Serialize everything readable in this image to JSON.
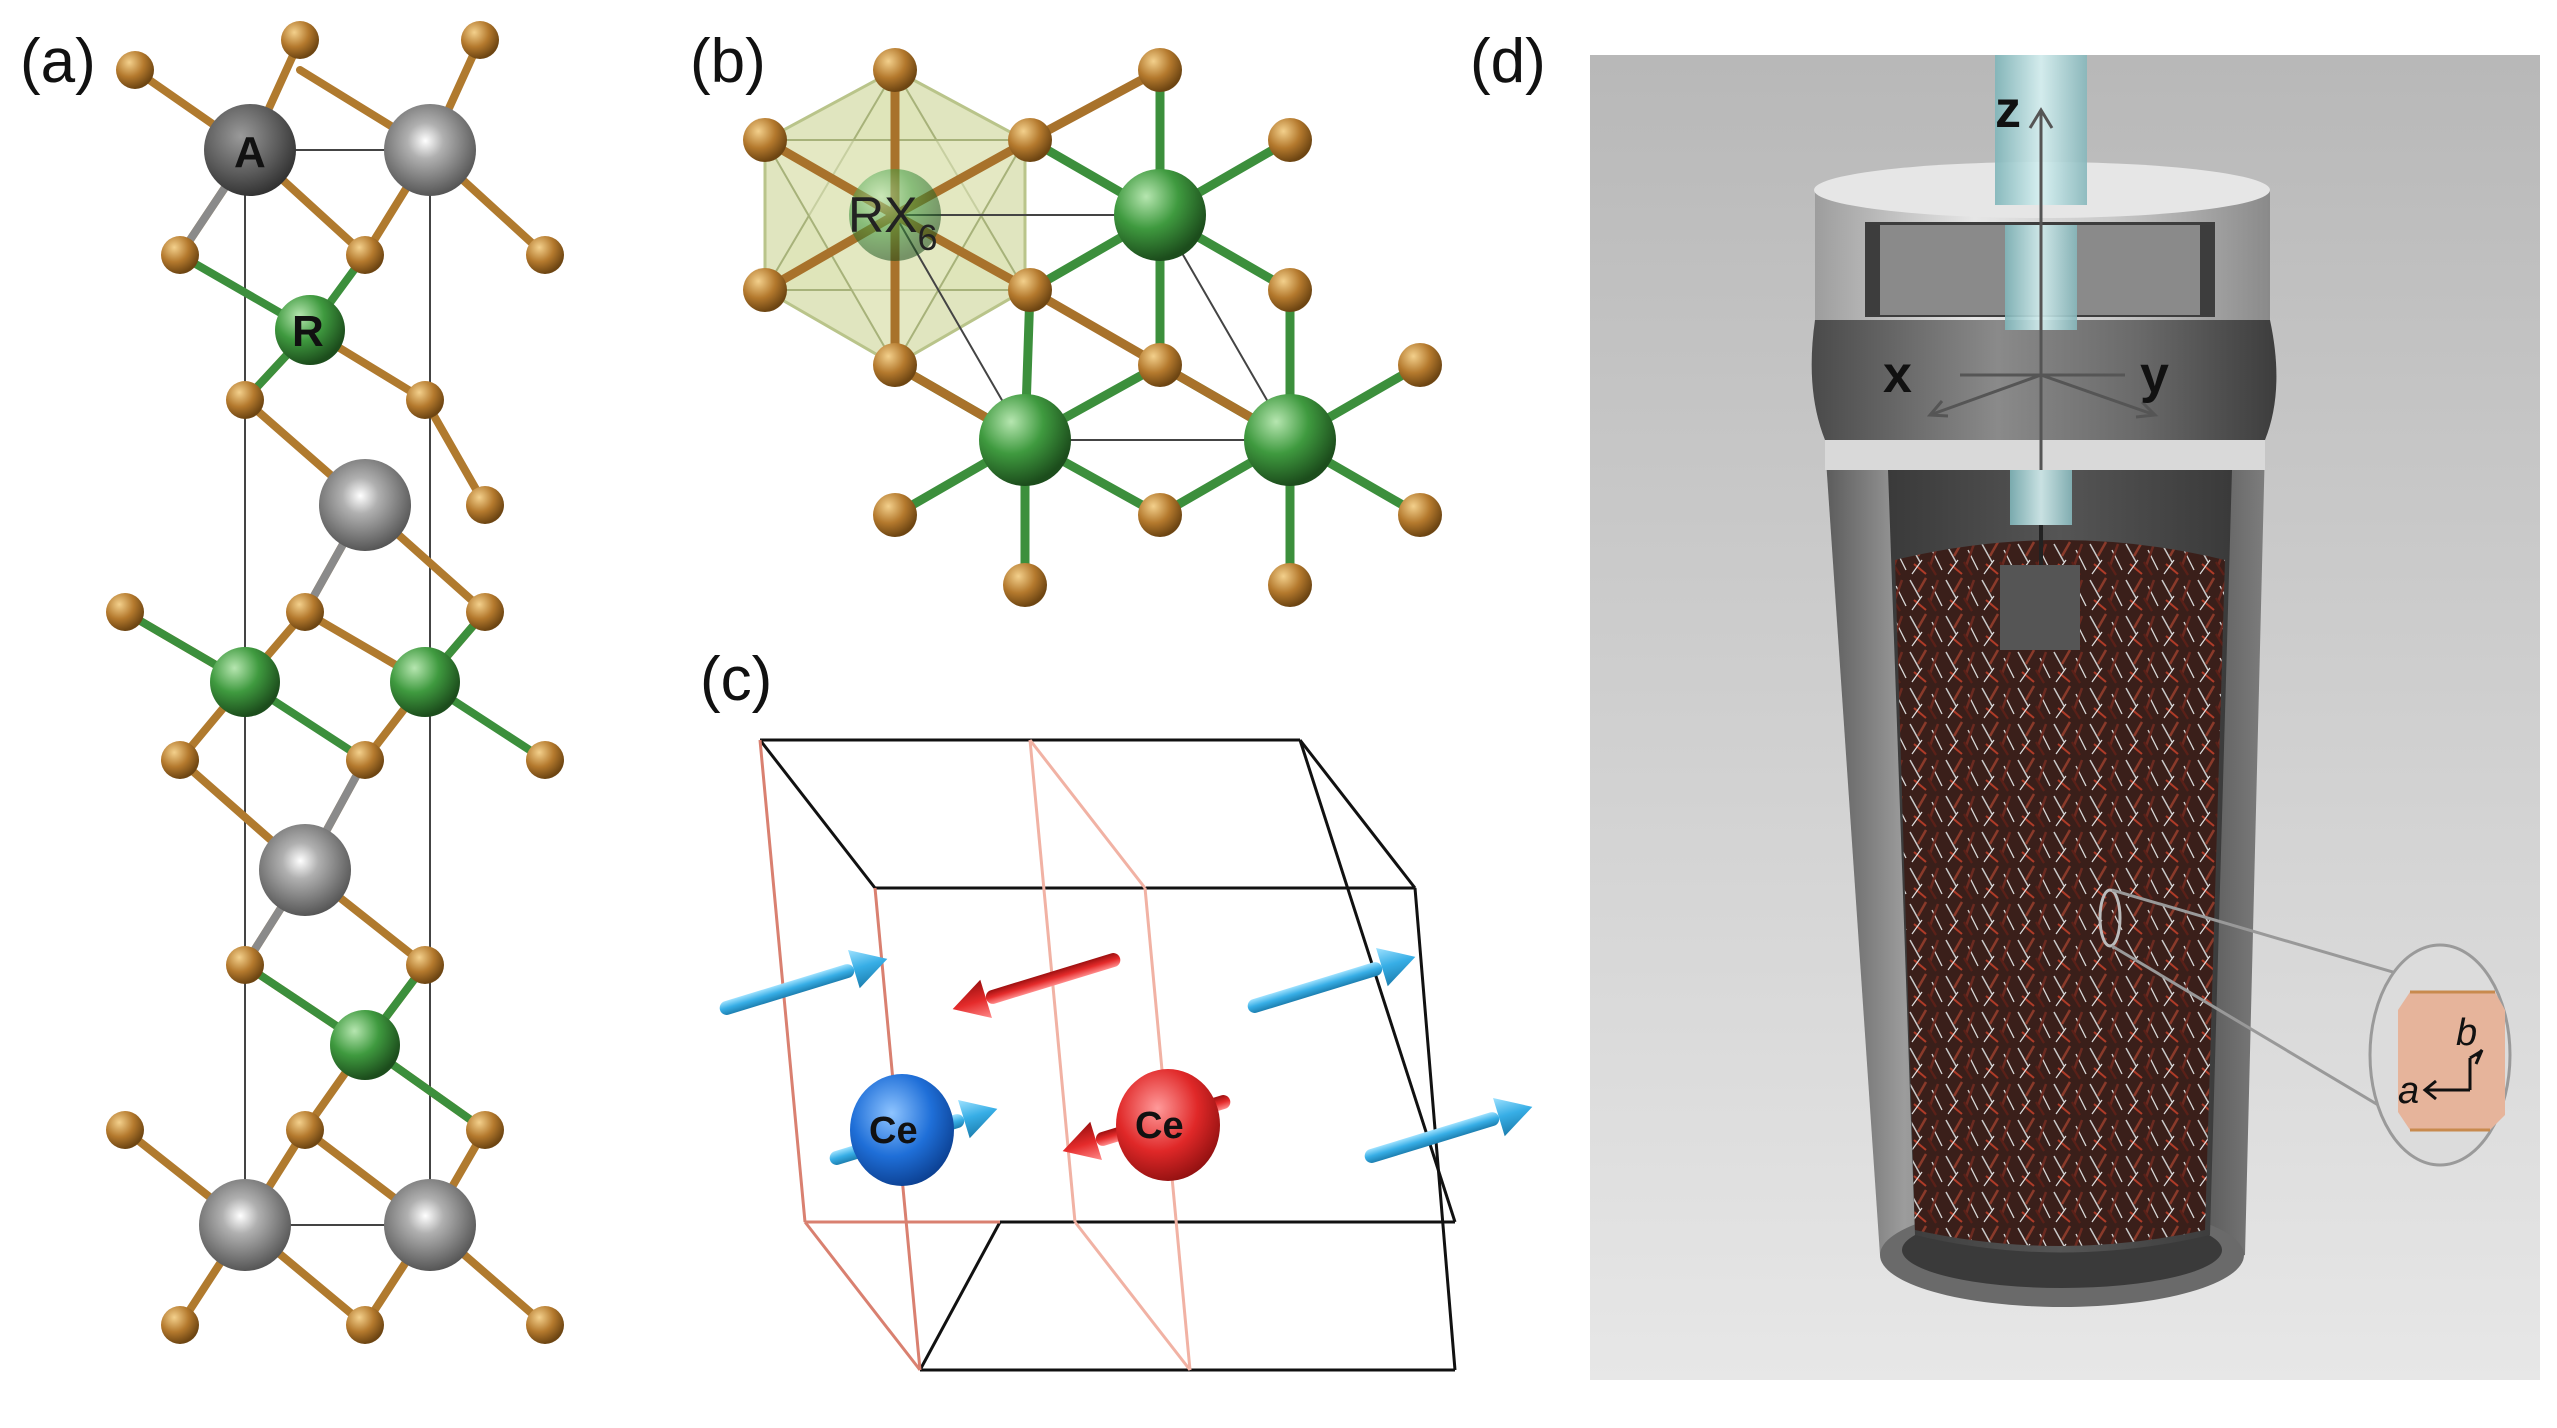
{
  "panels": {
    "a": "(a)",
    "b": "(b)",
    "c": "(c)",
    "d": "(d)"
  },
  "atoms": {
    "A": "A",
    "R": "R",
    "RX6_main": "RX",
    "RX6_sub": "6",
    "Ce_up": "Ce",
    "Ce_down": "Ce"
  },
  "axes": {
    "z": "z",
    "x": "x",
    "y": "y",
    "a": "a",
    "b": "b"
  },
  "colors": {
    "X_atom": "#b07a2e",
    "R_atom": "#3f8f3f",
    "A_atom": "#6f6f6f",
    "spin_up": "#2f7fe0",
    "spin_down": "#e03030",
    "moment_arrow_cyan": "#3db4ea",
    "crystal_face": "#e9b49a"
  }
}
